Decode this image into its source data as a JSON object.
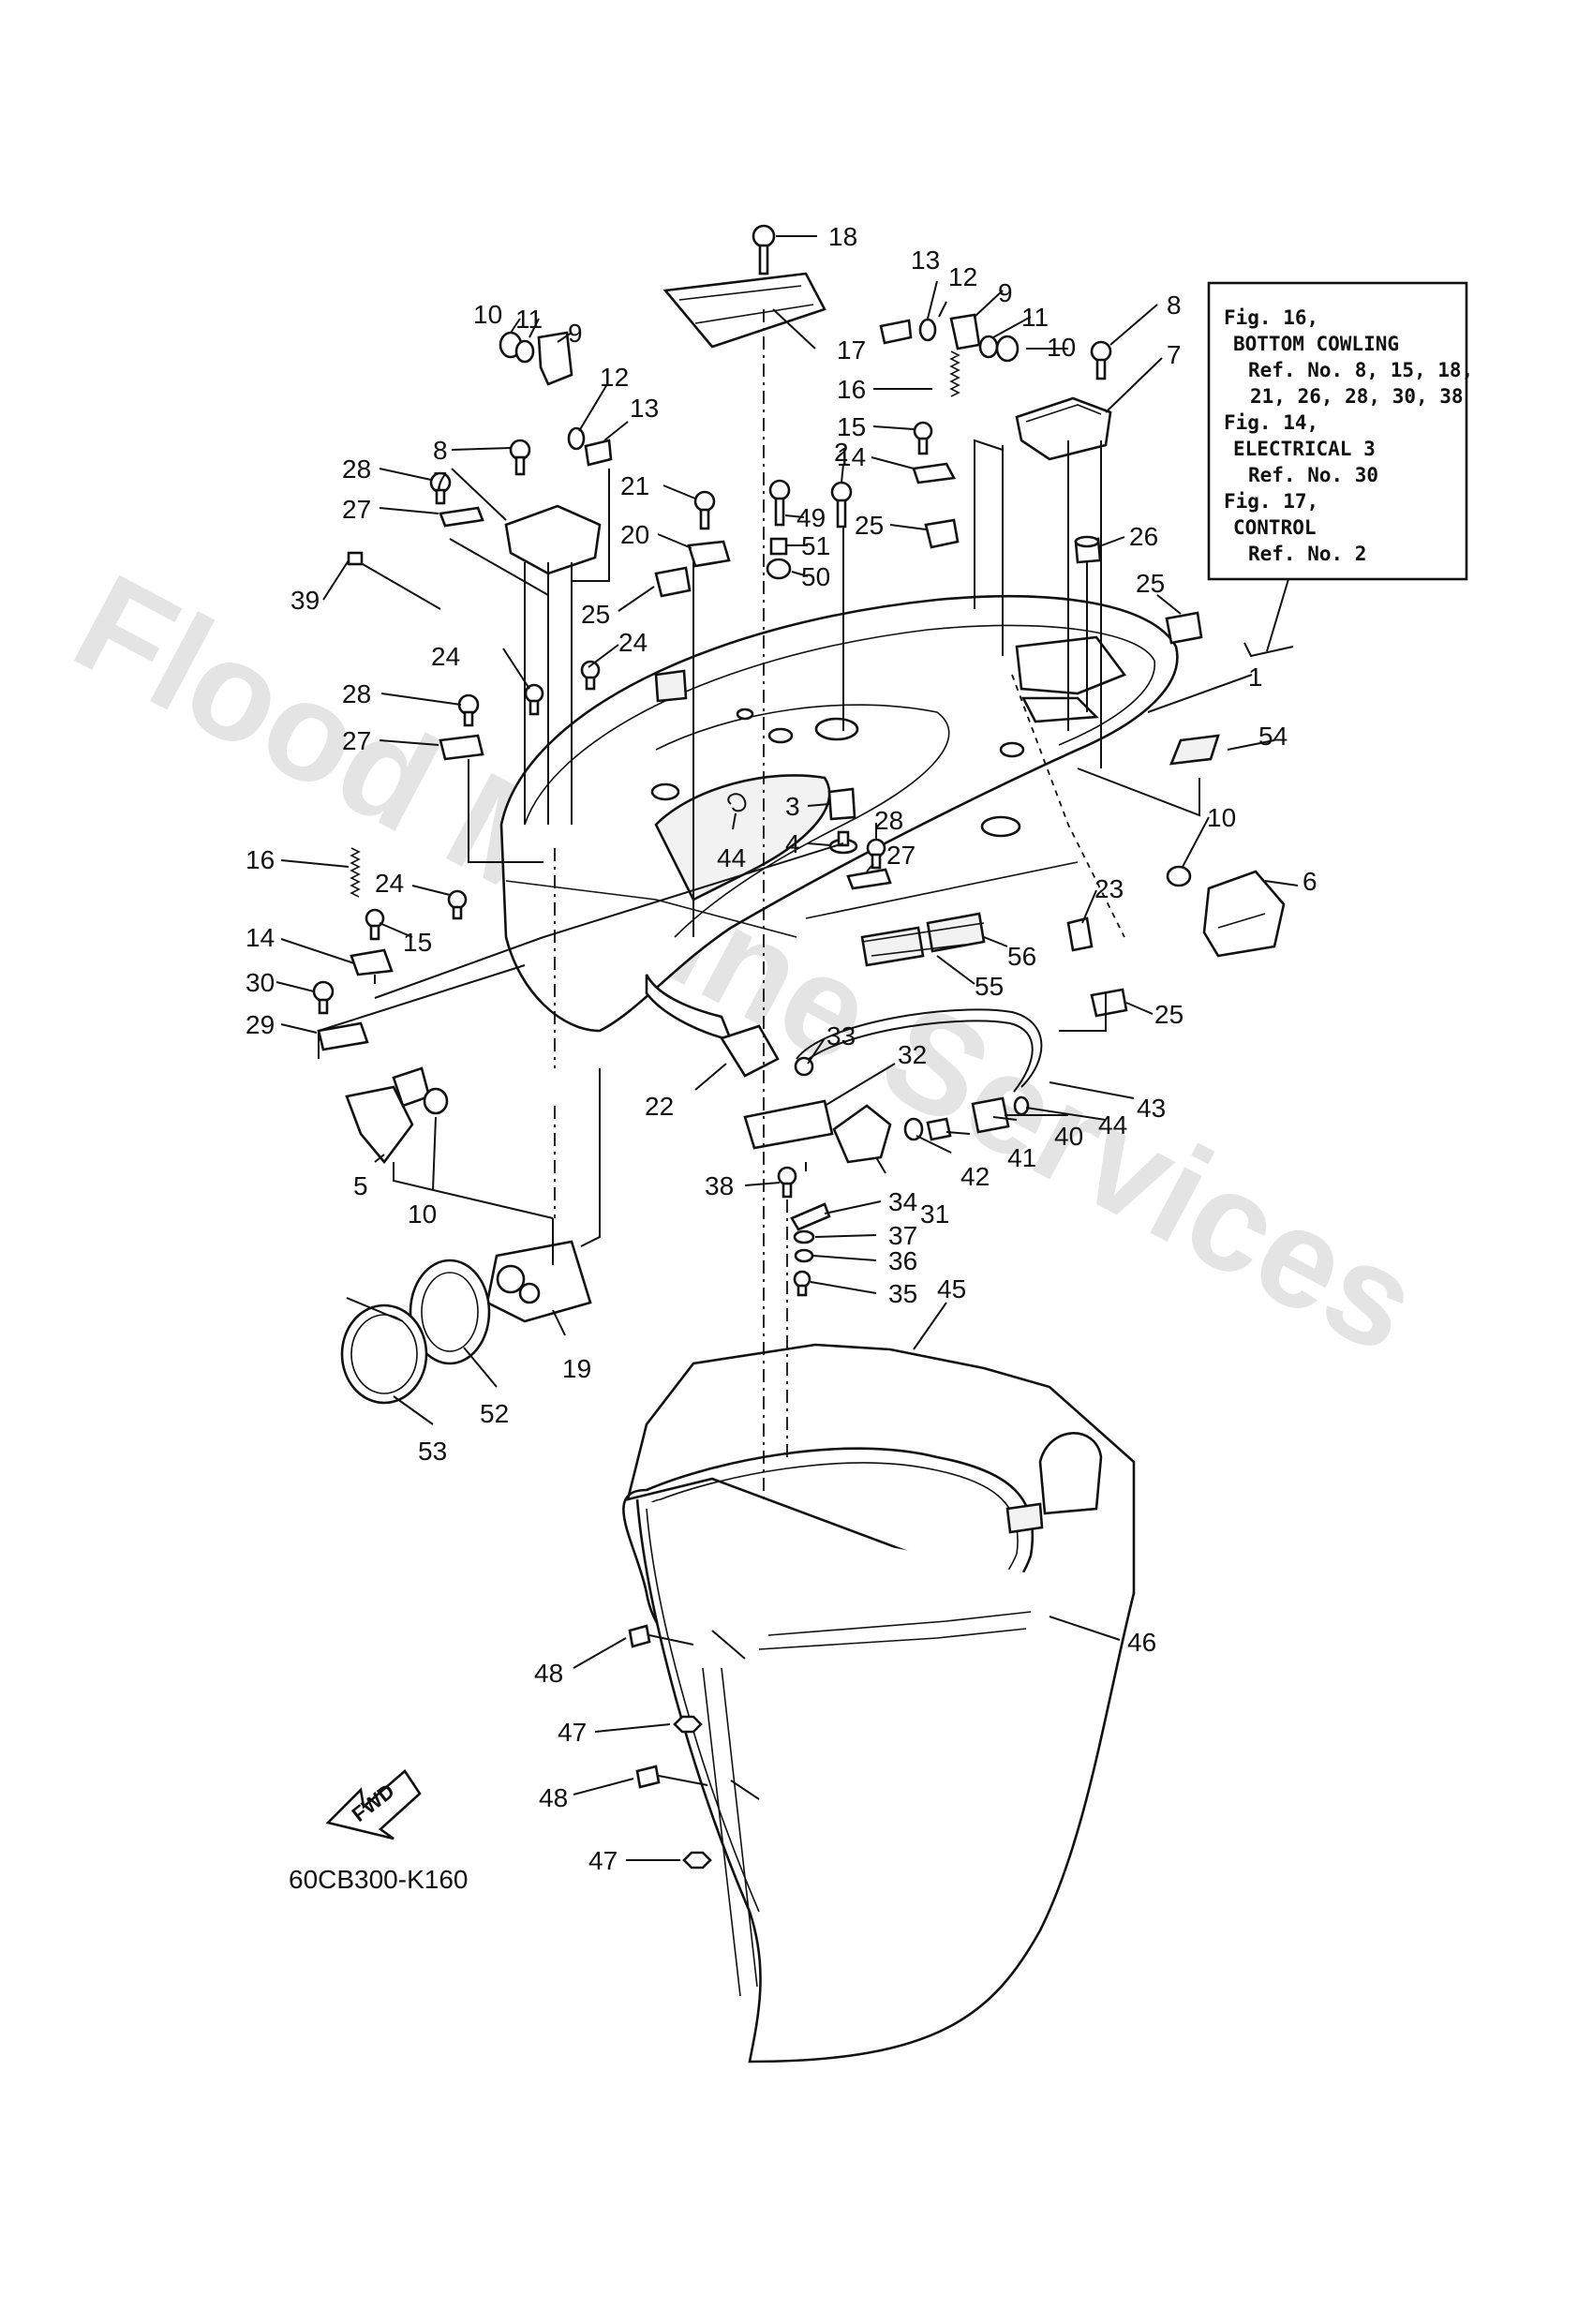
{
  "watermark": "Flood Marine Services",
  "drawing_code": "60CB300-K160",
  "fwd_label": "FWD",
  "reference_box": {
    "lines": [
      "Fig. 16,",
      "BOTTOM COWLING",
      "Ref. No. 8, 15, 18,",
      "21, 26, 28, 30, 38",
      "Fig. 14,",
      "ELECTRICAL 3",
      "Ref. No. 30",
      "Fig. 17,",
      "CONTROL",
      "Ref. No. 2"
    ]
  },
  "callouts": [
    "18",
    "17",
    "13",
    "12",
    "9",
    "11",
    "10",
    "8",
    "7",
    "16",
    "15",
    "14",
    "26",
    "25",
    "10",
    "11",
    "9",
    "12",
    "13",
    "8",
    "7",
    "28",
    "27",
    "39",
    "21",
    "20",
    "25",
    "2",
    "49",
    "51",
    "50",
    "25",
    "24",
    "24",
    "28",
    "27",
    "16",
    "24",
    "15",
    "14",
    "30",
    "29",
    "44",
    "3",
    "4",
    "28",
    "27",
    "1",
    "54",
    "10",
    "6",
    "23",
    "56",
    "55",
    "25",
    "33",
    "32",
    "22",
    "43",
    "44",
    "40",
    "41",
    "42",
    "31",
    "38",
    "34",
    "37",
    "36",
    "35",
    "5",
    "10",
    "19",
    "52",
    "53",
    "45",
    "46",
    "48",
    "47",
    "48",
    "47"
  ]
}
